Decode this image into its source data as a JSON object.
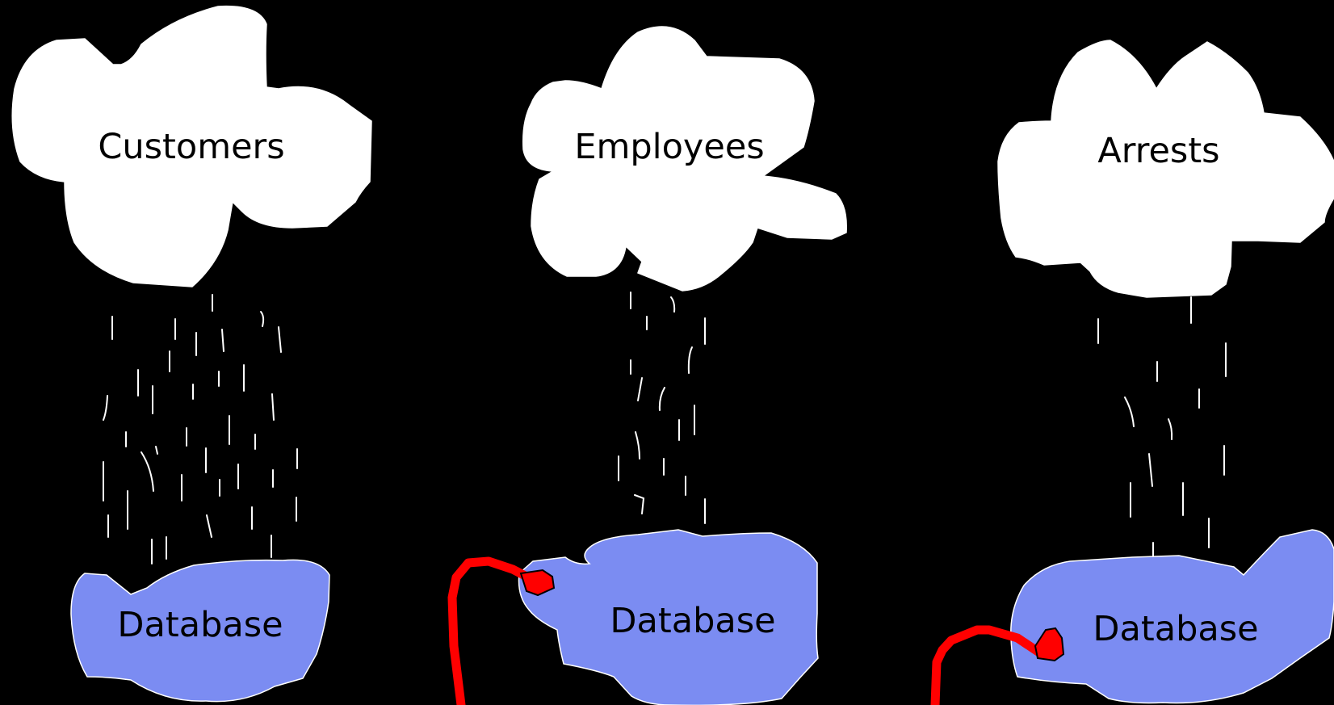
{
  "panels": [
    {
      "cloud_label": "Customers",
      "database_label": "Database",
      "has_pipe": false
    },
    {
      "cloud_label": "Employees",
      "database_label": "Database",
      "has_pipe": true
    },
    {
      "cloud_label": "Arrests",
      "database_label": "Database",
      "has_pipe": true
    }
  ],
  "colors": {
    "background": "#000000",
    "cloud": "#ffffff",
    "database": "#7b8cf2",
    "rain": "#ffffff",
    "pipe": "#ff0000",
    "text": "#000000"
  }
}
